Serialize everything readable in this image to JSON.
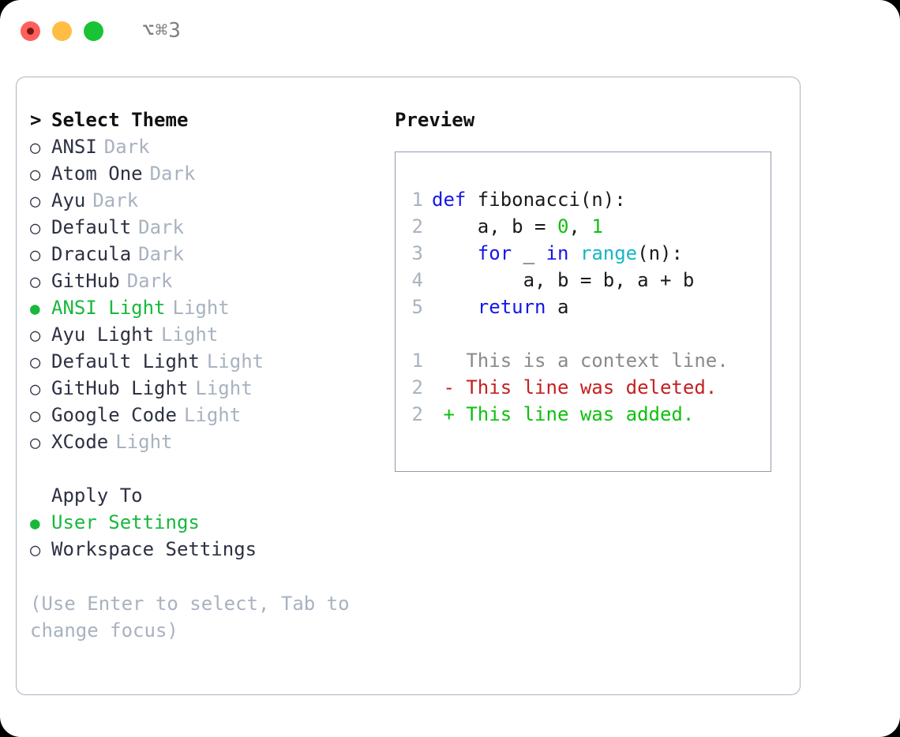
{
  "titlebar": {
    "shortcut": "⌥⌘3",
    "buttons": [
      "close",
      "minimize",
      "maximize"
    ]
  },
  "theme_panel": {
    "header": {
      "marker": "> ",
      "label": "Select Theme"
    },
    "items": [
      {
        "marker": "○ ",
        "name": "ANSI",
        "variant": "Dark",
        "selected": false
      },
      {
        "marker": "○ ",
        "name": "Atom One",
        "variant": "Dark",
        "selected": false
      },
      {
        "marker": "○ ",
        "name": "Ayu",
        "variant": "Dark",
        "selected": false
      },
      {
        "marker": "○ ",
        "name": "Default",
        "variant": "Dark",
        "selected": false
      },
      {
        "marker": "○ ",
        "name": "Dracula",
        "variant": "Dark",
        "selected": false
      },
      {
        "marker": "○ ",
        "name": "GitHub",
        "variant": "Dark",
        "selected": false
      },
      {
        "marker": "● ",
        "name": "ANSI Light",
        "variant": "Light",
        "selected": true
      },
      {
        "marker": "○ ",
        "name": "Ayu Light",
        "variant": "Light",
        "selected": false
      },
      {
        "marker": "○ ",
        "name": "Default Light",
        "variant": "Light",
        "selected": false
      },
      {
        "marker": "○ ",
        "name": "GitHub Light",
        "variant": "Light",
        "selected": false
      },
      {
        "marker": "○ ",
        "name": "Google Code",
        "variant": "Light",
        "selected": false
      },
      {
        "marker": "○ ",
        "name": "XCode",
        "variant": "Light",
        "selected": false
      }
    ]
  },
  "apply_to": {
    "header": {
      "marker": "  ",
      "label": "Apply To"
    },
    "options": [
      {
        "marker": "● ",
        "label": "User Settings",
        "selected": true
      },
      {
        "marker": "○ ",
        "label": "Workspace Settings",
        "selected": false
      }
    ]
  },
  "hint": "(Use Enter to select, Tab to change focus)",
  "preview": {
    "title": "Preview",
    "code_lines": [
      {
        "no": "1",
        "segments": [
          {
            "t": "def",
            "c": "kw"
          },
          {
            "t": " fibonacci(n):",
            "c": "codetext"
          }
        ]
      },
      {
        "no": "2",
        "segments": [
          {
            "t": "    a, b = ",
            "c": "codetext"
          },
          {
            "t": "0",
            "c": "num"
          },
          {
            "t": ", ",
            "c": "codetext"
          },
          {
            "t": "1",
            "c": "num"
          }
        ]
      },
      {
        "no": "3",
        "segments": [
          {
            "t": "    ",
            "c": "codetext"
          },
          {
            "t": "for",
            "c": "kw"
          },
          {
            "t": " _ ",
            "c": "codetext"
          },
          {
            "t": "in",
            "c": "kw"
          },
          {
            "t": " ",
            "c": "codetext"
          },
          {
            "t": "range",
            "c": "fn"
          },
          {
            "t": "(n):",
            "c": "codetext"
          }
        ]
      },
      {
        "no": "4",
        "segments": [
          {
            "t": "        a, b = b, a + b",
            "c": "codetext"
          }
        ]
      },
      {
        "no": "5",
        "segments": [
          {
            "t": "    ",
            "c": "codetext"
          },
          {
            "t": "return",
            "c": "kw"
          },
          {
            "t": " a",
            "c": "codetext"
          }
        ]
      }
    ],
    "diff_lines": [
      {
        "no": "1",
        "segments": [
          {
            "t": "   This is a context line.",
            "c": "ctx"
          }
        ]
      },
      {
        "no": "2",
        "segments": [
          {
            "t": " - This line was deleted.",
            "c": "del"
          }
        ]
      },
      {
        "no": "2",
        "segments": [
          {
            "t": " + This line was added.",
            "c": "add"
          }
        ]
      }
    ]
  },
  "colors": {
    "accent_green": "#18b83c",
    "keyword_blue": "#1417e8",
    "function_cyan": "#14b8c4",
    "number_green": "#0ec10e",
    "diff_add": "#0ec10e",
    "diff_delete": "#c42020",
    "muted": "#a8b2c0",
    "border": "#aab4c2",
    "text": "#2d3142"
  }
}
